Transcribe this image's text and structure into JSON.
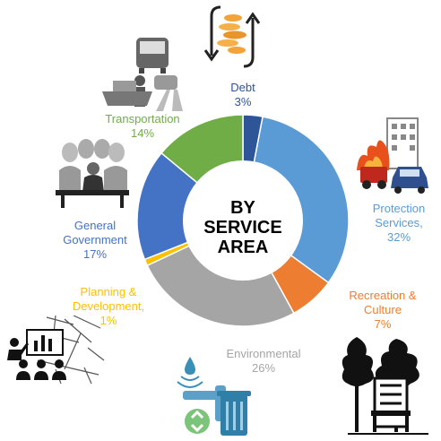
{
  "chart_data": {
    "type": "pie",
    "style": "donut",
    "center_title": [
      "BY",
      "SERVICE",
      "AREA"
    ],
    "categories": [
      {
        "name": "Debt",
        "value": 3,
        "label": "3%",
        "color": "#2e5597"
      },
      {
        "name": "Protection Services,",
        "value": 32,
        "label": "32%",
        "color": "#5b9bd5"
      },
      {
        "name": "Recreation & Culture",
        "value": 7,
        "label": "7%",
        "color": "#ed7d31"
      },
      {
        "name": "Environmental",
        "value": 26,
        "label": "26%",
        "color": "#a5a5a5"
      },
      {
        "name": "Planning & Development,",
        "value": 1,
        "label": "1%",
        "color": "#ffc000"
      },
      {
        "name": "General Government",
        "value": 17,
        "label": "17%",
        "color": "#4472c4"
      },
      {
        "name": "Transportation",
        "value": 14,
        "label": "14%",
        "color": "#70ad47"
      }
    ]
  },
  "icons": {
    "debt": "money-exchange-icon",
    "transportation": "transportation-icon",
    "government": "government-meeting-icon",
    "protection": "fire-police-icon",
    "planning": "planning-map-icon",
    "environmental": "water-recycling-icon",
    "recreation": "park-bench-trees-icon"
  }
}
